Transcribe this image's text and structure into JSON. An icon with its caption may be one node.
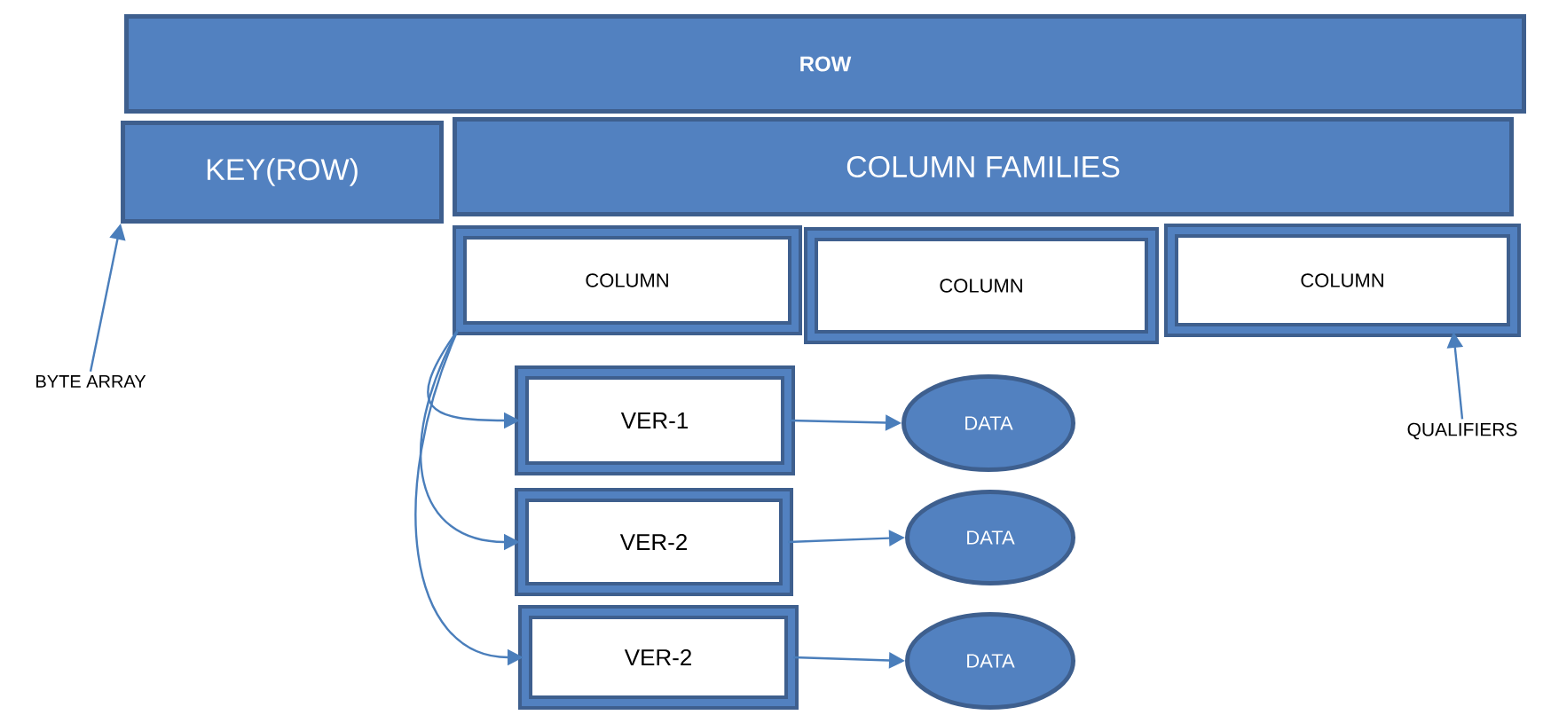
{
  "diagram": {
    "nodes": [
      {
        "text": [
          "ROW"
        ]
      },
      {
        "text": [
          "KEY(ROW)"
        ]
      },
      {
        "text": [
          "COLUMN FAMILIES"
        ]
      },
      {
        "text": [
          "COLUMN"
        ]
      },
      {
        "text": [
          "COLUMN"
        ]
      },
      {
        "text": [
          "COLUMN"
        ]
      },
      {
        "text": [
          "VER-1"
        ]
      },
      {
        "text": [
          "VER-2"
        ]
      },
      {
        "text": [
          "VER-2"
        ]
      },
      {
        "text": [
          "DATA"
        ]
      },
      {
        "text": [
          "DATA"
        ]
      },
      {
        "text": [
          "DATA"
        ]
      },
      {
        "text": [
          "BYTE ARRAY"
        ]
      },
      {
        "text": [
          "QUALIFIERS"
        ]
      }
    ],
    "edges": [
      {
        "from": 12,
        "to": 1,
        "arrow": "to"
      },
      {
        "from": 13,
        "to": 5,
        "arrow": "to"
      },
      {
        "from": 3,
        "to": 6,
        "arrow": "to"
      },
      {
        "from": 3,
        "to": 7,
        "arrow": "to"
      },
      {
        "from": 3,
        "to": 8,
        "arrow": "to"
      },
      {
        "from": 6,
        "to": 9,
        "arrow": "to"
      },
      {
        "from": 7,
        "to": 10,
        "arrow": "to"
      },
      {
        "from": 8,
        "to": 11,
        "arrow": "to"
      }
    ]
  }
}
